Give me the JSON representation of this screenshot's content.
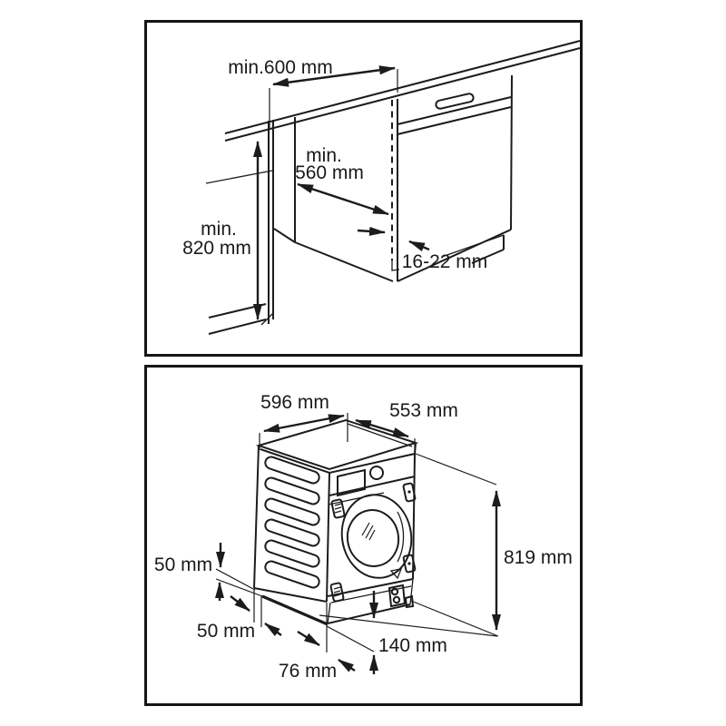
{
  "page": {
    "background": "#ffffff"
  },
  "diagram": {
    "title": "built-in appliance installation dimensions",
    "line_color": "#1c1c1c",
    "text_color": "#1a1a1a",
    "panels": [
      {
        "name": "niche-installation-view",
        "labels": {
          "niche_width": "min.600 mm",
          "niche_depth_line1": "min.",
          "niche_depth_line2": "560 mm",
          "niche_height_line1": "min.",
          "niche_height_line2": "820 mm",
          "furniture_door_thickness": "16-22 mm"
        }
      },
      {
        "name": "appliance-dimensions-view",
        "labels": {
          "appliance_width": "596 mm",
          "appliance_depth": "553 mm",
          "appliance_height": "819 mm",
          "top_rear_clearance": "50 mm",
          "base_rear_inset": "50 mm",
          "base_front_inset": "76 mm",
          "base_height": "140 mm"
        }
      }
    ]
  }
}
